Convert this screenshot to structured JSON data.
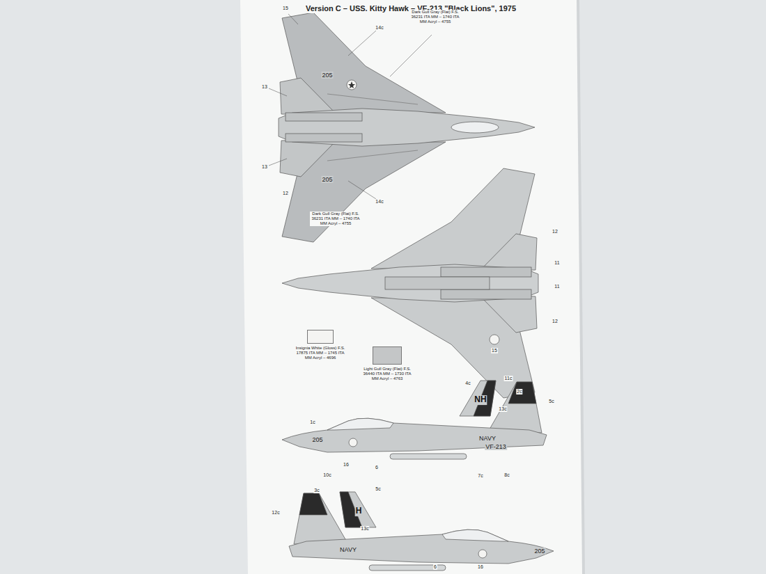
{
  "diagram": {
    "title": "Version C – USS. Kitty Hawk – VF-213 \"Black Lions\", 1975",
    "labels": [
      "15",
      "14c",
      "Dark Gull Gray (Flat) F.S. 36231 ITA MM – 1740 ITA MM Acryl – 4755",
      "205",
      "13",
      "13",
      "205",
      "12",
      "14c",
      "Dark Gull Gray (Flat) F.S. 36231 ITA MM – 1740 ITA MM Acryl – 4755",
      "12",
      "11",
      "11",
      "12",
      "15",
      "4c",
      "11c",
      "NH",
      "2c",
      "5c",
      "13c",
      "1c",
      "205",
      "NAVY",
      "VF-213",
      "16",
      "6",
      "7c",
      "8c",
      "10c",
      "3c",
      "5c",
      "H",
      "12c",
      "13c",
      "NAVY",
      "205",
      "6",
      "16"
    ],
    "legend": [
      {
        "text": "Insignia White (Gloss) F.S. 17875 ITA MM – 1745 ITA MM Acryl – 4696",
        "color": "#f4f4f2"
      },
      {
        "text": "Light Gull Gray (Flat) F.S. 36440 ITA MM – 1730 ITA MM Acryl – 4763",
        "color": "#c4c6c7"
      }
    ]
  }
}
